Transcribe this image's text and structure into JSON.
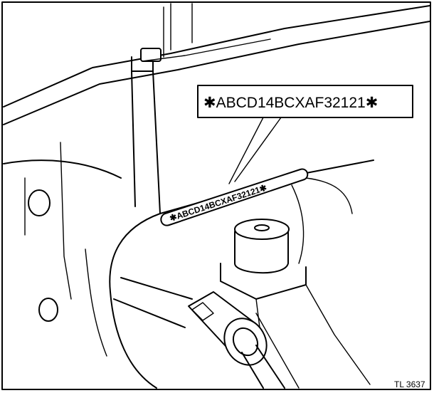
{
  "diagram": {
    "callout_label": "✱ABCD14BCXAF32121✱",
    "plate_label": "✱ABCD14BCXAF32121✱",
    "reference_code": "TL 3637"
  }
}
